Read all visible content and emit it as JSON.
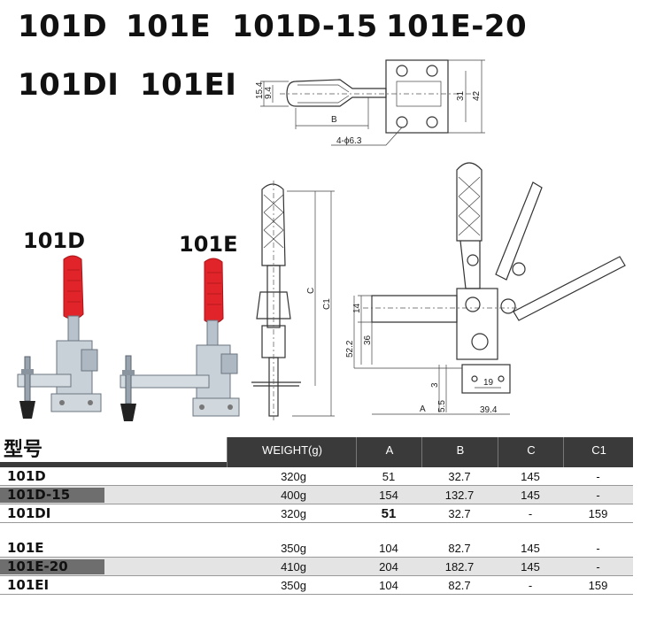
{
  "models_title": {
    "line1": [
      "101D",
      "101E",
      "101D-15",
      "101E-20"
    ],
    "line2": [
      "101DI",
      "101EI"
    ]
  },
  "photo_labels": {
    "left": "101D",
    "right": "101E"
  },
  "drawing_dims": {
    "top_view": {
      "d1": "15.4",
      "d2": "9.4",
      "b": "B",
      "w1": "31",
      "w2": "42",
      "holes": "4-ϕ6.3"
    },
    "side_view": {
      "c": "C",
      "c1": "C1"
    },
    "front_view": {
      "d14": "14",
      "d36": "36",
      "d52": "52.2",
      "d3": "3",
      "d55": "5.5",
      "a": "A",
      "d19": "19",
      "d394": "39.4"
    }
  },
  "table": {
    "headers": [
      "型号",
      "WEIGHT(g)",
      "A",
      "B",
      "C",
      "C1"
    ],
    "group1": [
      {
        "model": "101D",
        "weight": "320g",
        "a": "51",
        "b": "32.7",
        "c": "145",
        "c1": "-"
      },
      {
        "model": "101D-15",
        "weight": "400g",
        "a": "154",
        "b": "132.7",
        "c": "145",
        "c1": "-"
      },
      {
        "model": "101DI",
        "weight": "320g",
        "a": "51",
        "b": "32.7",
        "c": "-",
        "c1": "159"
      }
    ],
    "group2": [
      {
        "model": "101E",
        "weight": "350g",
        "a": "104",
        "b": "82.7",
        "c": "145",
        "c1": "-"
      },
      {
        "model": "101E-20",
        "weight": "410g",
        "a": "204",
        "b": "182.7",
        "c": "145",
        "c1": "-"
      },
      {
        "model": "101EI",
        "weight": "350g",
        "a": "104",
        "b": "82.7",
        "c": "-",
        "c1": "159"
      }
    ]
  },
  "colors": {
    "handle_red": "#e0242a",
    "steel": "#b8c2cc",
    "header_bg": "#3a3a3a"
  }
}
